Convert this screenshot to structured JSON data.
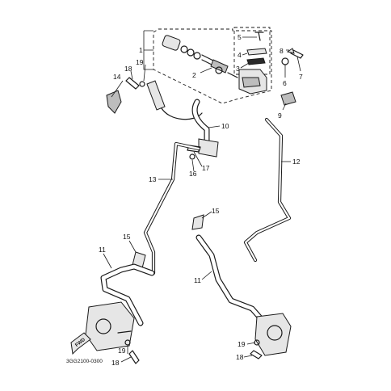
{
  "callouts": {
    "n1": "1",
    "n2": "2",
    "n3": "3",
    "n4": "4",
    "n5": "5",
    "n6": "6",
    "n7": "7",
    "n8": "8",
    "n9": "9",
    "n10": "10",
    "n11_left": "11",
    "n11_right": "11",
    "n12": "12",
    "n13": "13",
    "n14": "14",
    "n15_left": "15",
    "n15_right": "15",
    "n16": "16",
    "n17": "17",
    "n18_top": "18",
    "n18_left": "18",
    "n18_right": "18",
    "n19_top": "19",
    "n19_left": "19",
    "n19_right": "19"
  },
  "diagram_code": "3GG2100-0300",
  "fwd_label": "FWD"
}
